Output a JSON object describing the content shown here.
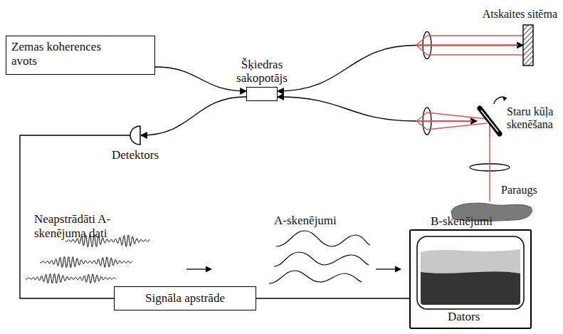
{
  "diagram": {
    "nodes": [
      {
        "text": [
          "Zemas koherences avots"
        ]
      },
      {
        "text": [
          "Šķiedras sakopotājs"
        ]
      },
      {
        "text": [
          "Atskaites sitēma"
        ]
      },
      {
        "text": [
          "Staru kūļa skenēšana"
        ]
      },
      {
        "text": [
          "Paraugs"
        ]
      },
      {
        "text": [
          "Detektors"
        ]
      },
      {
        "text": [
          "Signāla apstrāde"
        ]
      },
      {
        "text": [
          "B-skenējumi",
          "Dators"
        ]
      }
    ],
    "edges": [
      {
        "from": 0,
        "to": 1,
        "arrow": "to"
      },
      {
        "from": 1,
        "to": 2,
        "arrow": "both"
      },
      {
        "from": 1,
        "to": 3,
        "arrow": "both"
      },
      {
        "from": 3,
        "to": 4,
        "arrow": "none"
      },
      {
        "from": 1,
        "to": 5,
        "arrow": "to"
      },
      {
        "from": 5,
        "to": 6,
        "arrow": "none"
      },
      {
        "from": 6,
        "to": 7,
        "arrow": "none"
      }
    ],
    "labels": [
      "Neapstrādāti A-skenējuma dati",
      "A-skenējumi"
    ]
  }
}
